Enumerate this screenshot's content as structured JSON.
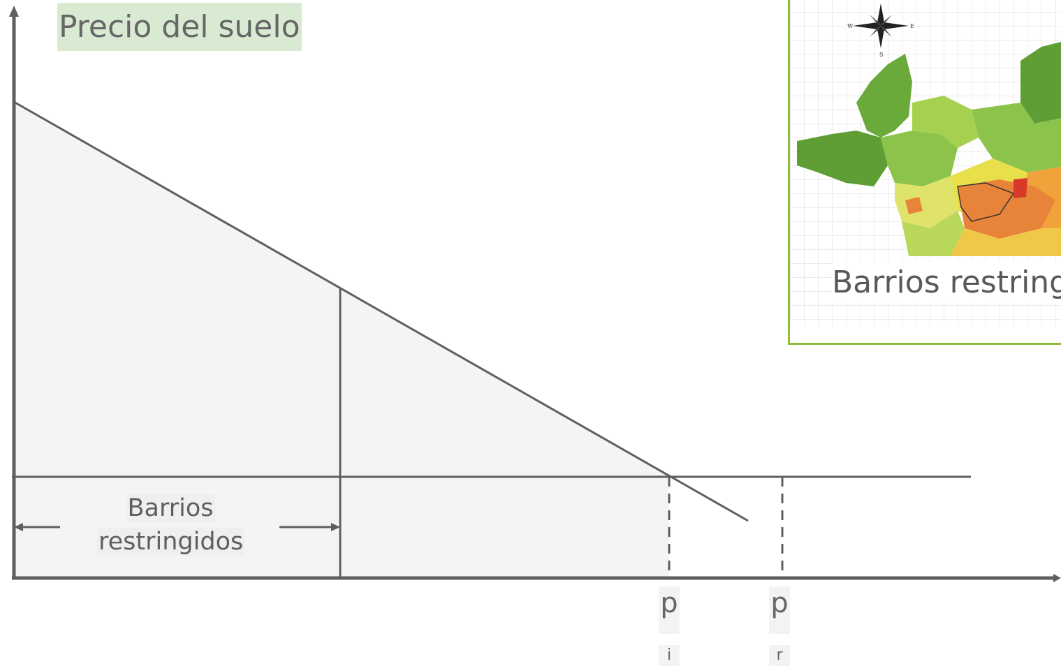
{
  "diagram": {
    "y_axis_label": "Precio del suelo",
    "bracket_label_line1": "Barrios",
    "bracket_label_line2": "restringidos",
    "tick_labels": [
      {
        "main": "p",
        "sub": "i"
      },
      {
        "main": "p",
        "sub": "r"
      }
    ],
    "colors": {
      "lines": "#5f5f5f",
      "shaded_area": "#f3f3f3",
      "title_highlight": "#d9ead3",
      "inset_border": "#8fbe3a"
    }
  },
  "inset_map": {
    "caption": "Barrios restring",
    "compass_letters": [
      "W",
      "E",
      "S"
    ],
    "icon": "compass-rose-icon"
  }
}
